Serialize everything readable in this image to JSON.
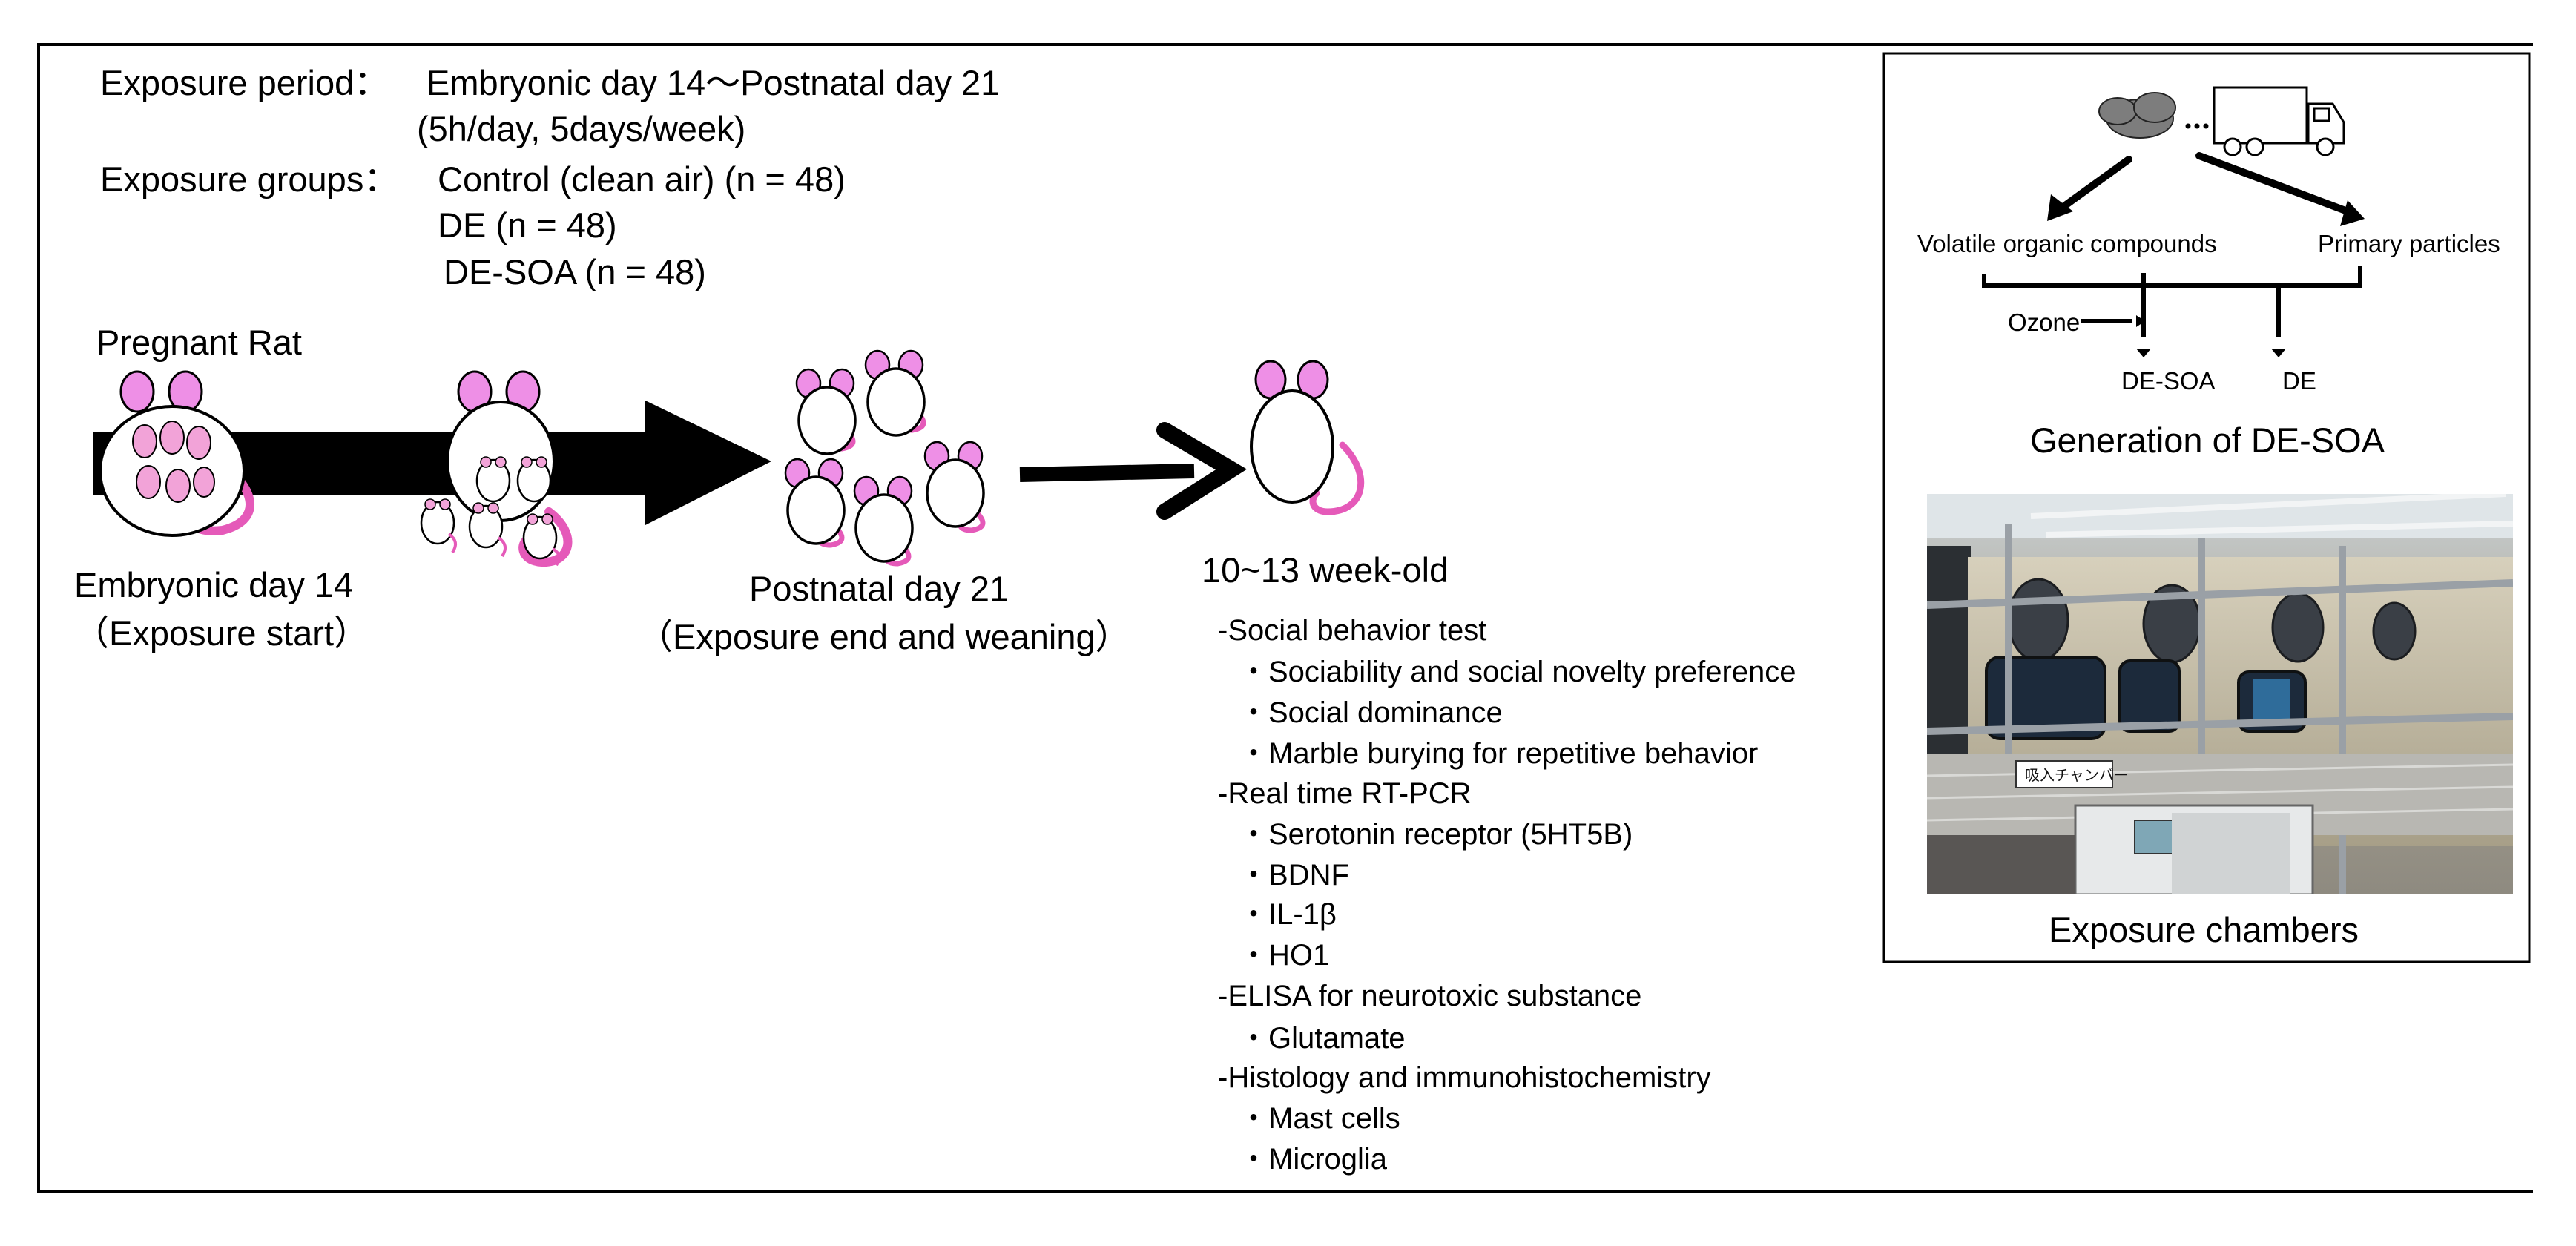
{
  "exposure": {
    "period_label": "Exposure period：",
    "period_value": "Embryonic day 14～Postnatal day 21",
    "period_schedule": "(5h/day, 5days/week)",
    "groups_label": "Exposure groups：",
    "groups": [
      "Control (clean air) (n = 48)",
      "DE (n = 48)",
      "DE-SOA (n = 48)"
    ]
  },
  "timeline": {
    "pregnant_rat": "Pregnant Rat",
    "start_day": "Embryonic day 14",
    "start_note": "（Exposure start）",
    "end_day": "Postnatal day 21",
    "end_note": "（Exposure end and weaning）",
    "adult_age": "10~13 week-old"
  },
  "assays": [
    {
      "category": "-Social behavior test",
      "items": [
        "・Sociability and social novelty preference",
        "・Social dominance",
        "・Marble burying for repetitive behavior"
      ]
    },
    {
      "category": "-Real time RT-PCR",
      "items": [
        "・Serotonin receptor (5HT5B)",
        "・BDNF",
        "・IL-1β",
        "・HO1"
      ]
    },
    {
      "category": "-ELISA for neurotoxic substance",
      "items": [
        "・Glutamate"
      ]
    },
    {
      "category": "-Histology and immunohistochemistry",
      "items": [
        "・Mast cells",
        "・Microglia"
      ]
    }
  ],
  "generation": {
    "volatile": "Volatile organic compounds",
    "primary": "Primary particles",
    "ozone": "Ozone",
    "de_soa": "DE-SOA",
    "de": "DE",
    "title": "Generation of DE-SOA"
  },
  "chambers": {
    "title": "Exposure chambers",
    "sign": "吸入チャンバー"
  },
  "colors": {
    "ear_pink": "#ee8fe6",
    "baby_pink": "#f2a3d8",
    "tail_pink": "#e55ab9",
    "arrow_black": "#000000",
    "cloud_gray": "#7d7d7d"
  }
}
